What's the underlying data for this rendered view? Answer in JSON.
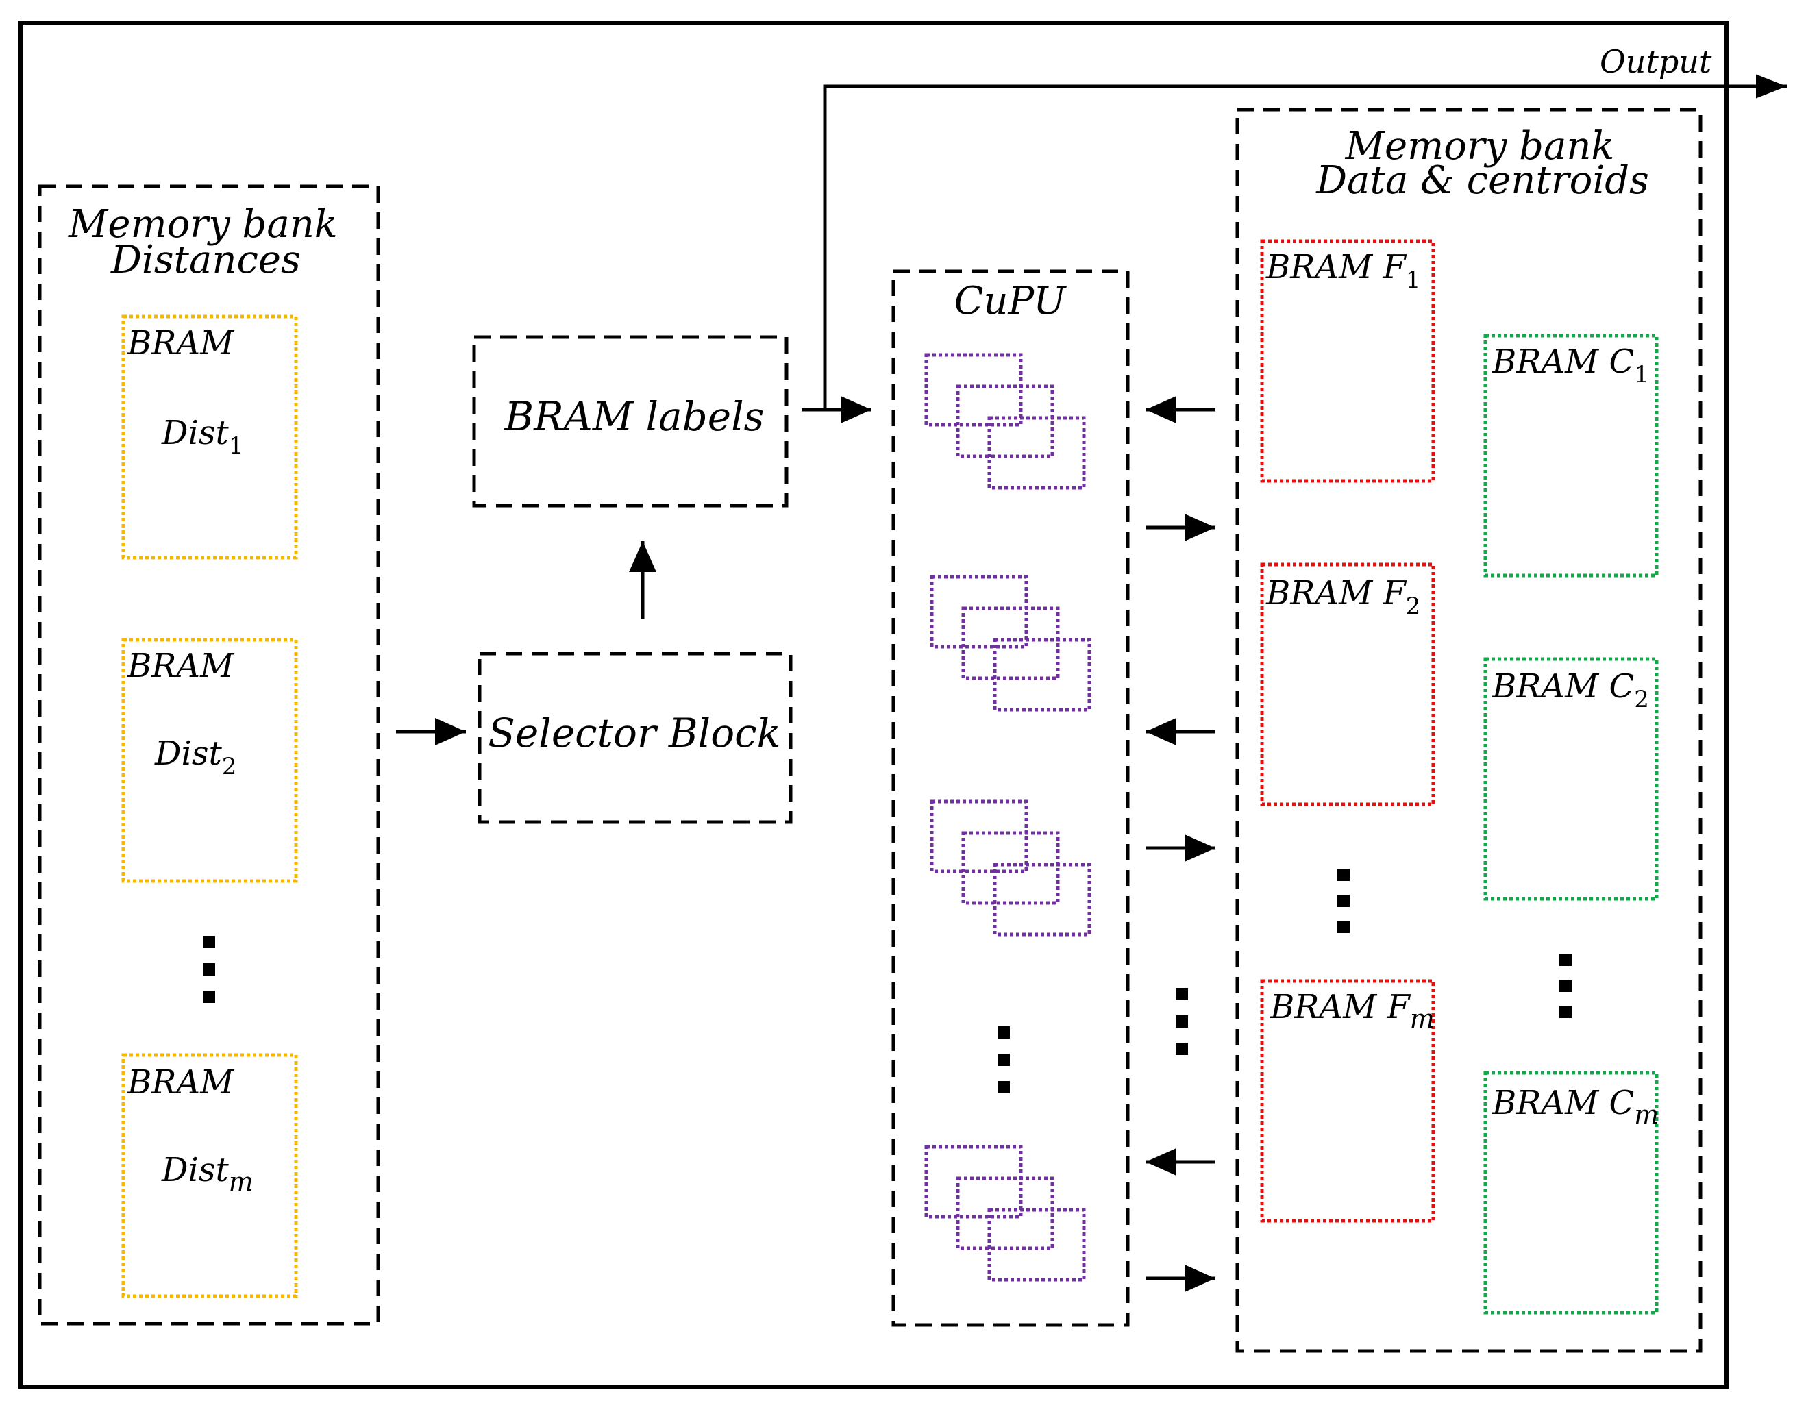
{
  "output_label": "Output",
  "memory_bank_distances": {
    "title_line1": "Memory bank",
    "title_line2": "Distances",
    "bram": [
      {
        "label": "BRAM",
        "name": "Dist",
        "sub": "1"
      },
      {
        "label": "BRAM",
        "name": "Dist",
        "sub": "2"
      },
      {
        "label": "BRAM",
        "name": "Dist",
        "sub": "m"
      }
    ]
  },
  "bram_labels": "BRAM labels",
  "selector_block": "Selector Block",
  "cupu": "CuPU",
  "memory_bank_data": {
    "title_line1": "Memory bank",
    "title_line2": "Data & centroids",
    "features": [
      {
        "label": "BRAM F",
        "sub": "1"
      },
      {
        "label": "BRAM F",
        "sub": "2"
      },
      {
        "label": "BRAM F",
        "sub": "m"
      }
    ],
    "centroids": [
      {
        "label": "BRAM C",
        "sub": "1"
      },
      {
        "label": "BRAM C",
        "sub": "2"
      },
      {
        "label": "BRAM C",
        "sub": "m"
      }
    ]
  },
  "colors": {
    "outline": "#000000",
    "distances_bram": "#f5b800",
    "features_bram": "#e31010",
    "centroids_bram": "#12a84a",
    "cupu_units": "#7030a0"
  }
}
